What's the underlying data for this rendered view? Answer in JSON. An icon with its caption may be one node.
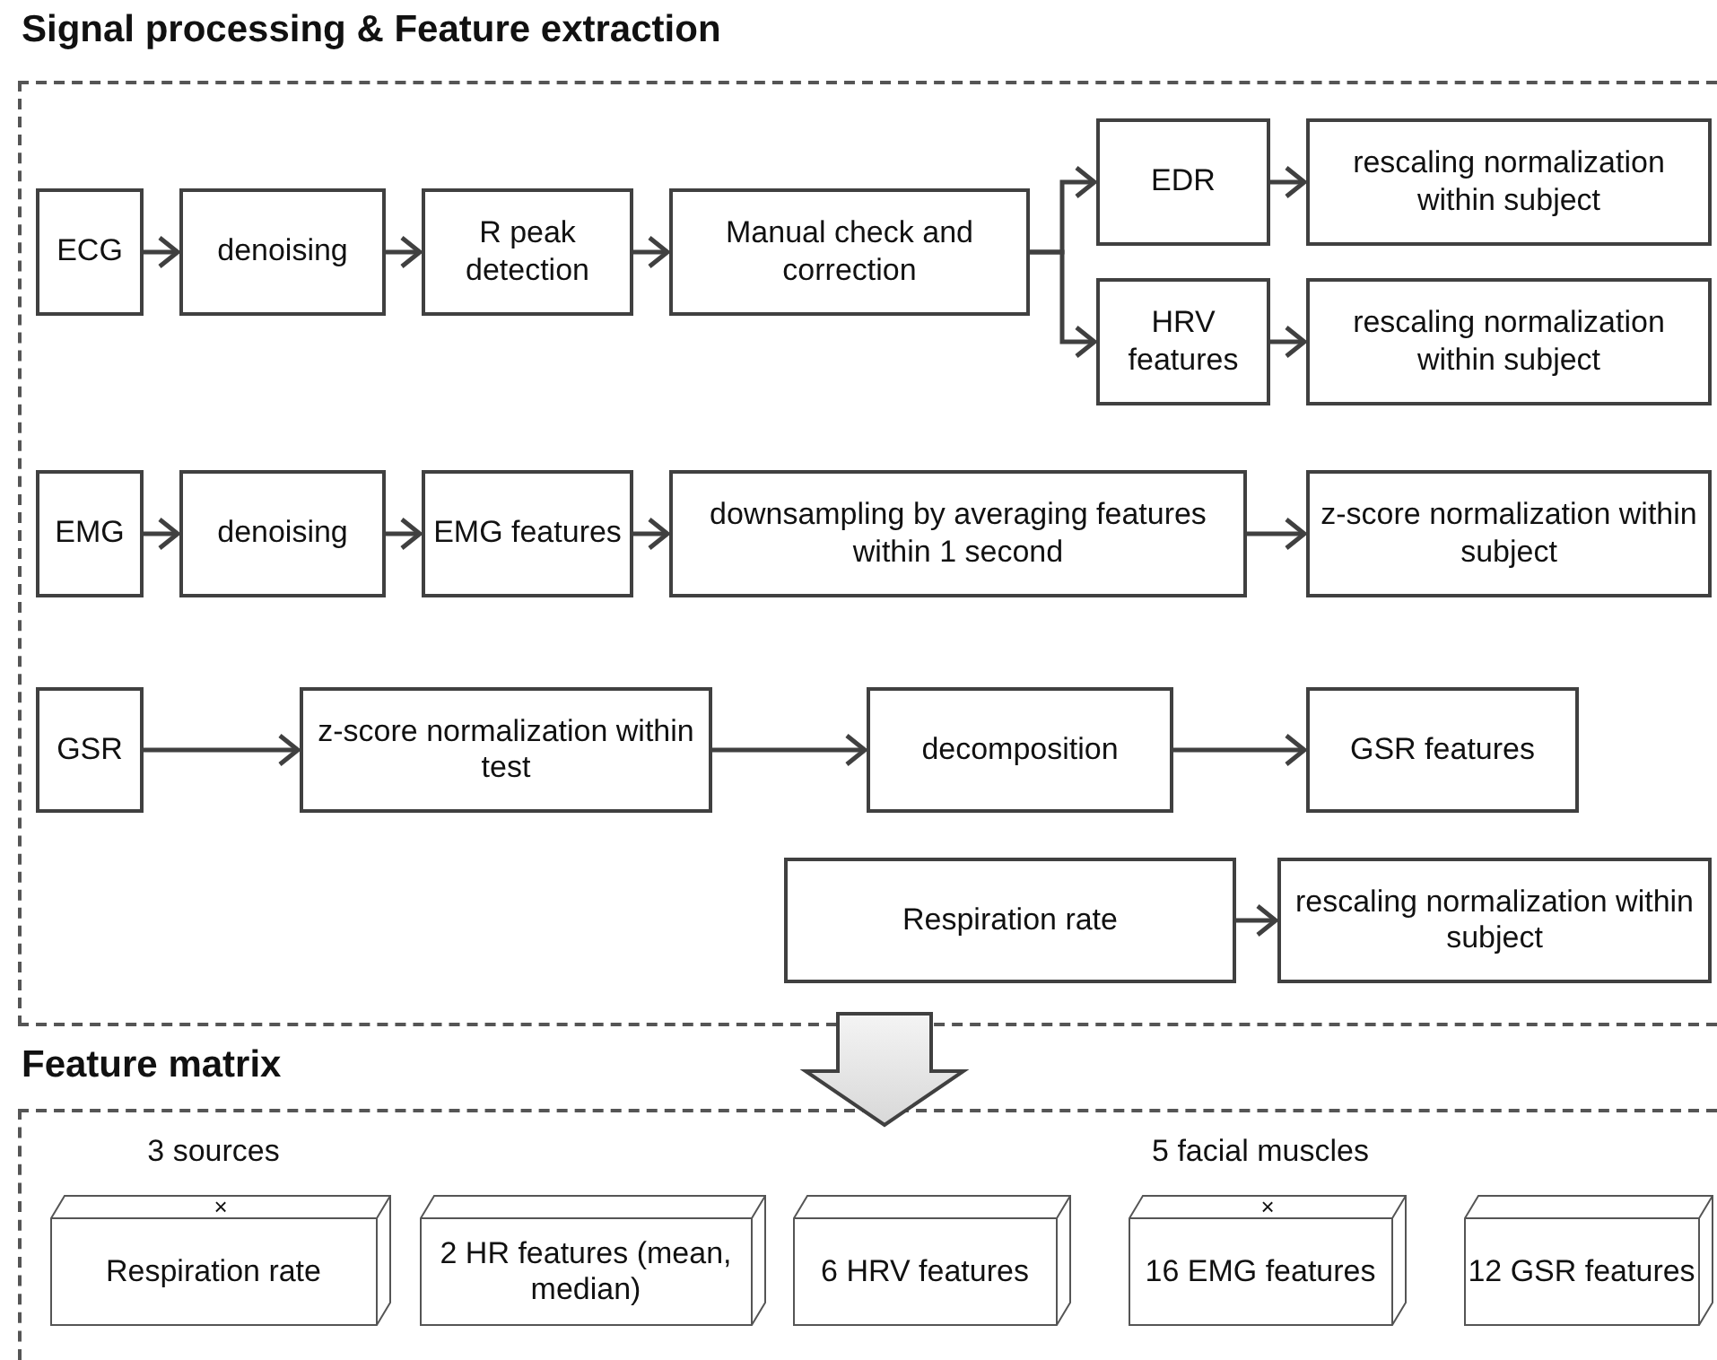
{
  "diagram": {
    "nodes": [
      {
        "text": [
          "Signal processing & Feature extraction"
        ]
      },
      {
        "text": [
          "ECG"
        ],
        "in": 0
      },
      {
        "text": [
          "denoising"
        ],
        "in": 0
      },
      {
        "text": [
          "R peak detection"
        ],
        "in": 0
      },
      {
        "text": [
          "Manual check and correction"
        ],
        "in": 0
      },
      {
        "text": [
          "EDR"
        ],
        "in": 0
      },
      {
        "text": [
          "rescaling normalization within subject"
        ],
        "in": 0
      },
      {
        "text": [
          "HRV features"
        ],
        "in": 0
      },
      {
        "text": [
          "rescaling normalization within subject"
        ],
        "in": 0
      },
      {
        "text": [
          "EMG"
        ],
        "in": 0
      },
      {
        "text": [
          "denoising"
        ],
        "in": 0
      },
      {
        "text": [
          "EMG features"
        ],
        "in": 0
      },
      {
        "text": [
          "downsampling by averaging features within 1 second"
        ],
        "in": 0
      },
      {
        "text": [
          "z-score normalization within subject"
        ],
        "in": 0
      },
      {
        "text": [
          "GSR"
        ],
        "in": 0
      },
      {
        "text": [
          "z-score normalization within test"
        ],
        "in": 0
      },
      {
        "text": [
          "decomposition"
        ],
        "in": 0
      },
      {
        "text": [
          "GSR features"
        ],
        "in": 0
      },
      {
        "text": [
          "Respiration rate"
        ],
        "in": 0
      },
      {
        "text": [
          "rescaling normalization within subject"
        ],
        "in": 0
      },
      {
        "text": [
          "Feature matrix"
        ]
      },
      {
        "text": [
          "×",
          "Respiration rate"
        ],
        "in": 20,
        "beside": [
          "3 sources"
        ]
      },
      {
        "text": [
          "2 HR features (mean, median)"
        ],
        "in": 20
      },
      {
        "text": [
          "6 HRV features"
        ],
        "in": 20
      },
      {
        "text": [
          "×",
          "16 EMG features"
        ],
        "in": 20,
        "beside": [
          "5 facial muscles"
        ]
      },
      {
        "text": [
          "12 GSR features"
        ],
        "in": 20
      }
    ],
    "edges": [
      {
        "from": 1,
        "to": 2,
        "arrow": "to"
      },
      {
        "from": 2,
        "to": 3,
        "arrow": "to"
      },
      {
        "from": 3,
        "to": 4,
        "arrow": "to"
      },
      {
        "from": 4,
        "to": 5,
        "arrow": "to"
      },
      {
        "from": 4,
        "to": 7,
        "arrow": "to"
      },
      {
        "from": 5,
        "to": 6,
        "arrow": "to"
      },
      {
        "from": 7,
        "to": 8,
        "arrow": "to"
      },
      {
        "from": 9,
        "to": 10,
        "arrow": "to"
      },
      {
        "from": 10,
        "to": 11,
        "arrow": "to"
      },
      {
        "from": 11,
        "to": 12,
        "arrow": "to"
      },
      {
        "from": 12,
        "to": 13,
        "arrow": "to"
      },
      {
        "from": 14,
        "to": 15,
        "arrow": "to"
      },
      {
        "from": 15,
        "to": 16,
        "arrow": "to"
      },
      {
        "from": 16,
        "to": 17,
        "arrow": "to"
      },
      {
        "from": 18,
        "to": 19,
        "arrow": "to"
      },
      {
        "from": 0,
        "to": 20,
        "arrow": "to",
        "style": "thick"
      }
    ]
  }
}
